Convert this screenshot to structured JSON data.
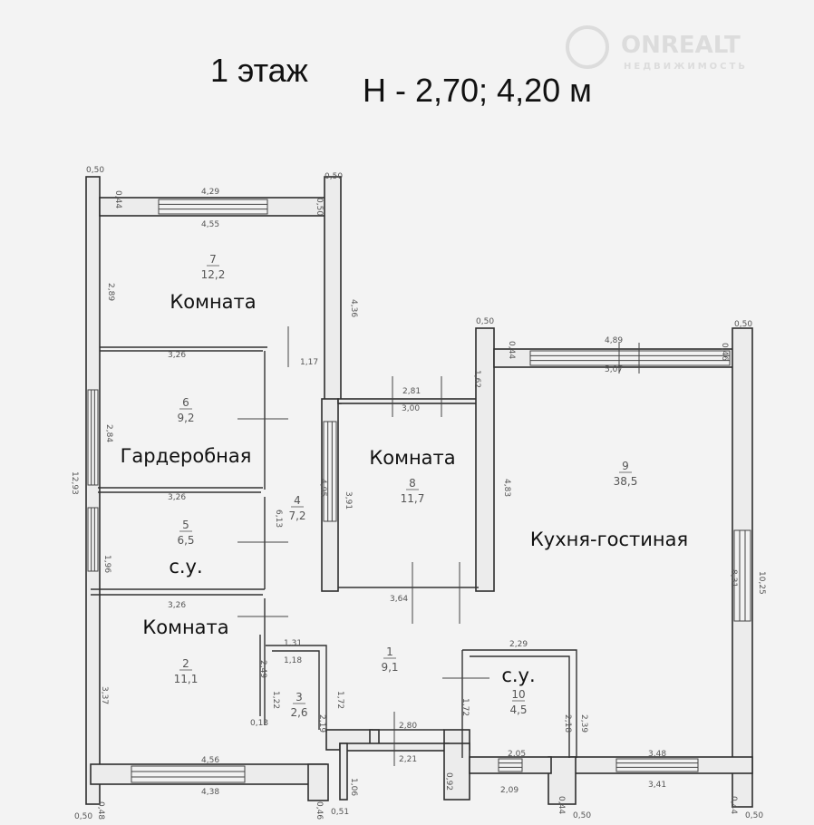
{
  "title": {
    "floor": "1 этаж",
    "heights": "H - 2,70; 4,20 м"
  },
  "watermark": {
    "brand": "ONREALT",
    "sub": "НЕДВИЖИМОСТЬ"
  },
  "rooms": [
    {
      "num": "7",
      "area": "12,2",
      "label": "Комната"
    },
    {
      "num": "6",
      "area": "9,2",
      "label": "Гардеробная"
    },
    {
      "num": "5",
      "area": "6,5",
      "label": "с.у."
    },
    {
      "num": "4",
      "area": "7,2",
      "label": ""
    },
    {
      "num": "8",
      "area": "11,7",
      "label": "Комната"
    },
    {
      "num": "9",
      "area": "38,5",
      "label": "Кухня-гостиная"
    },
    {
      "num": "2",
      "area": "11,1",
      "label": "Комната"
    },
    {
      "num": "3",
      "area": "2,6",
      "label": ""
    },
    {
      "num": "1",
      "area": "9,1",
      "label": ""
    },
    {
      "num": "10",
      "area": "4,5",
      "label": "с.у."
    }
  ],
  "dims": [
    "0,50",
    "0,44",
    "4,29",
    "4,55",
    "0,50",
    "0,50",
    "2,89",
    "4,36",
    "1,17",
    "3,26",
    "2,84",
    "6,13",
    "4,95",
    "3,91",
    "2,81",
    "3,00",
    "0,50",
    "0,44",
    "1,62",
    "4,89",
    "5,07",
    "0,46",
    "0,50",
    "4,83",
    "12,93",
    "3,26",
    "1,96",
    "3,26",
    "3,64",
    "8,31",
    "10,25",
    "1,31",
    "1,18",
    "2,49",
    "1,22",
    "3,37",
    "2,19",
    "1,72",
    "1,72",
    "2,29",
    "2,18",
    "2,39",
    "0,13",
    "2,80",
    "2,21",
    "0,92",
    "1,06",
    "4,56",
    "4,38",
    "0,48",
    "0,50",
    "0,46",
    "0,51",
    "2,05",
    "2,09",
    "0,44",
    "0,50",
    "3,48",
    "3,41",
    "0,44",
    "0,50"
  ]
}
